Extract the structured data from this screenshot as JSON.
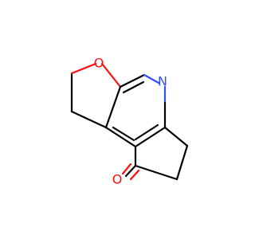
{
  "molecule": {
    "atoms": {
      "ring_oxygen": "O",
      "ring_nitrogen": "N",
      "carbonyl_oxygen": "O"
    },
    "colors": {
      "oxygen": "#ff0d0d",
      "nitrogen": "#3050f8",
      "carbon_bond": "#000000",
      "background": "#ffffff"
    }
  }
}
